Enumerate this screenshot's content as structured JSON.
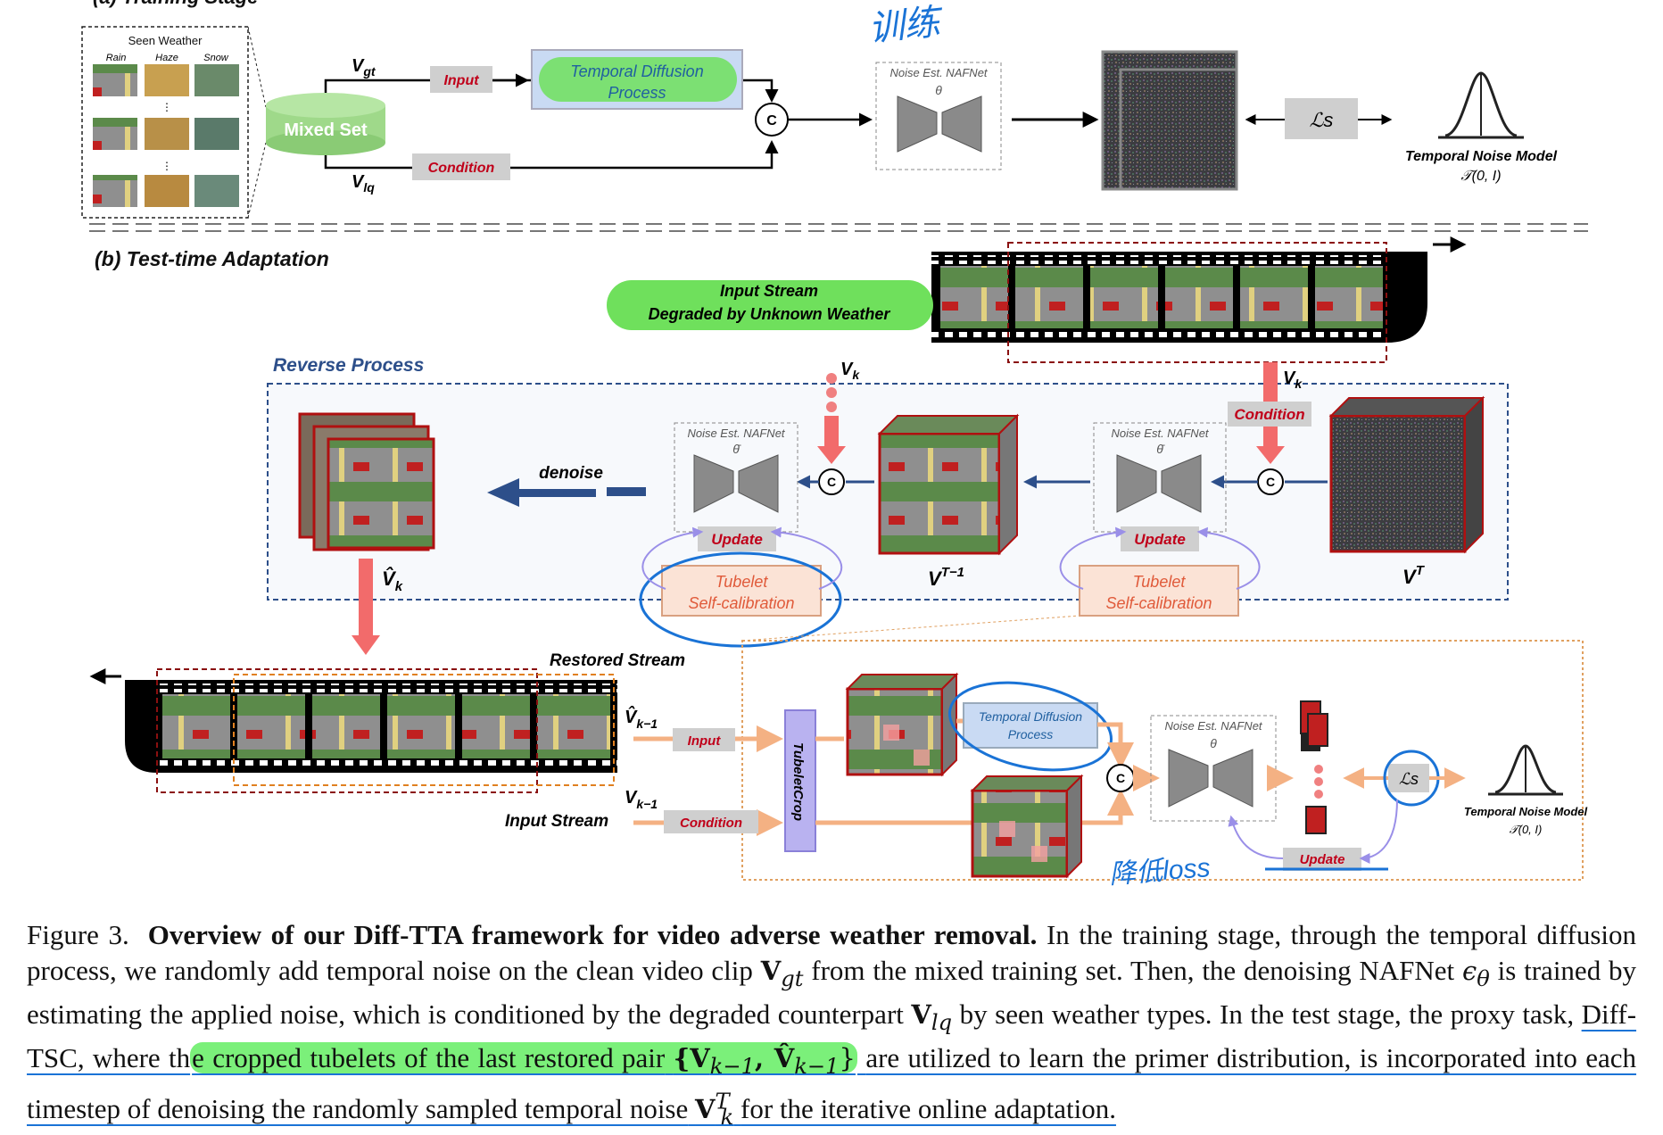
{
  "panel_a": {
    "title": "(a) Training Stage",
    "seen_weather": "Seen Weather",
    "weather_types": [
      "Rain",
      "Haze",
      "Snow"
    ],
    "mixed_set": "Mixed Set",
    "v_gt": "V",
    "v_gt_sub": "gt",
    "v_lq": "V",
    "v_lq_sub": "lq",
    "input_label": "Input",
    "condition_label": "Condition",
    "diffusion_line1": "Temporal Diffusion",
    "diffusion_line2": "Process",
    "concat": "C",
    "nafnet_label": "Noise Est. NAFNet",
    "theta": "θ",
    "loss": "ℒs",
    "noise_model": "Temporal Noise Model",
    "noise_model_formula": "𝒯(0, I)",
    "handwriting": "训练"
  },
  "panel_b": {
    "title": "(b) Test-time Adaptation",
    "input_stream_line1": "Input Stream",
    "input_stream_line2": "Degraded by Unknown Weather",
    "reverse_process": "Reverse Process",
    "denoise": "denoise",
    "v_k": "V",
    "v_k_sub": "k",
    "condition_label": "Condition",
    "nafnet_label": "Noise Est. NAFNet",
    "theta_bar": "θ̄",
    "update": "Update",
    "tubelet_line1": "Tubelet",
    "tubelet_line2": "Self-calibration",
    "v_t1": "V",
    "v_t1_sup": "T−1",
    "v_t": "V",
    "v_t_sup": "T",
    "v_hat_k": "V̂",
    "v_hat_k_sub": "k",
    "restored_stream": "Restored Stream",
    "input_stream": "Input Stream",
    "v_hat_k1": "V̂",
    "v_hat_k1_sub": "k−1",
    "v_k1": "V",
    "v_k1_sub": "k−1",
    "input_label": "Input",
    "condition_small": "Condition",
    "tubelet_crop": "TubeletCrop",
    "diffusion_line1": "Temporal Diffusion",
    "diffusion_line2": "Process",
    "concat": "C",
    "theta": "θ",
    "loss": "ℒs",
    "update_small": "Update",
    "noise_model": "Temporal Noise Model",
    "noise_model_formula": "𝒯(0, I)",
    "handwriting": "降低loss"
  },
  "caption": {
    "figure_label": "Figure 3.",
    "title": "Overview of our Diff-TTA framework for video adverse weather removal.",
    "s1": "In the training stage, through the temporal diffusion process, we randomly add temporal noise on the clean video clip",
    "m1": "V",
    "m1_sub": "gt",
    "s2": "from the mixed training set. Then, the denoising NAFNet",
    "m2": "ϵ",
    "m2_sub": "θ",
    "s3": "is trained by estimating the applied noise, which is conditioned by the degraded counterpart",
    "m3": "V",
    "m3_sub": "lq",
    "s4": "by seen weather types. In the test stage, the proxy task,",
    "s5": "Diff-TSC, where th",
    "s6": "e cropped tubelets of the last restored pair",
    "m4": "{V",
    "m4_sub": "k−1",
    "m5": ", V̂",
    "m5_sub": "k−1",
    "m6": "}",
    "s7": "are utilized to learn the primer distribution, is incorporated into each timestep of denoising the randomly sampled temporal noise",
    "m7": "V",
    "m7_sup": "T",
    "m7_sub": "k",
    "s8": "for the iterative online adaptation."
  },
  "colors": {
    "green": "#6fe05c",
    "cylinder": "#9fd98a",
    "red_label": "#c0001a",
    "dark_blue": "#2d4f8a",
    "salmon": "#f26b6b",
    "peach": "#f4b183",
    "pen_blue": "#1a73d6",
    "purple_box": "#b9b2f0",
    "blue_box": "#c9daf3"
  }
}
